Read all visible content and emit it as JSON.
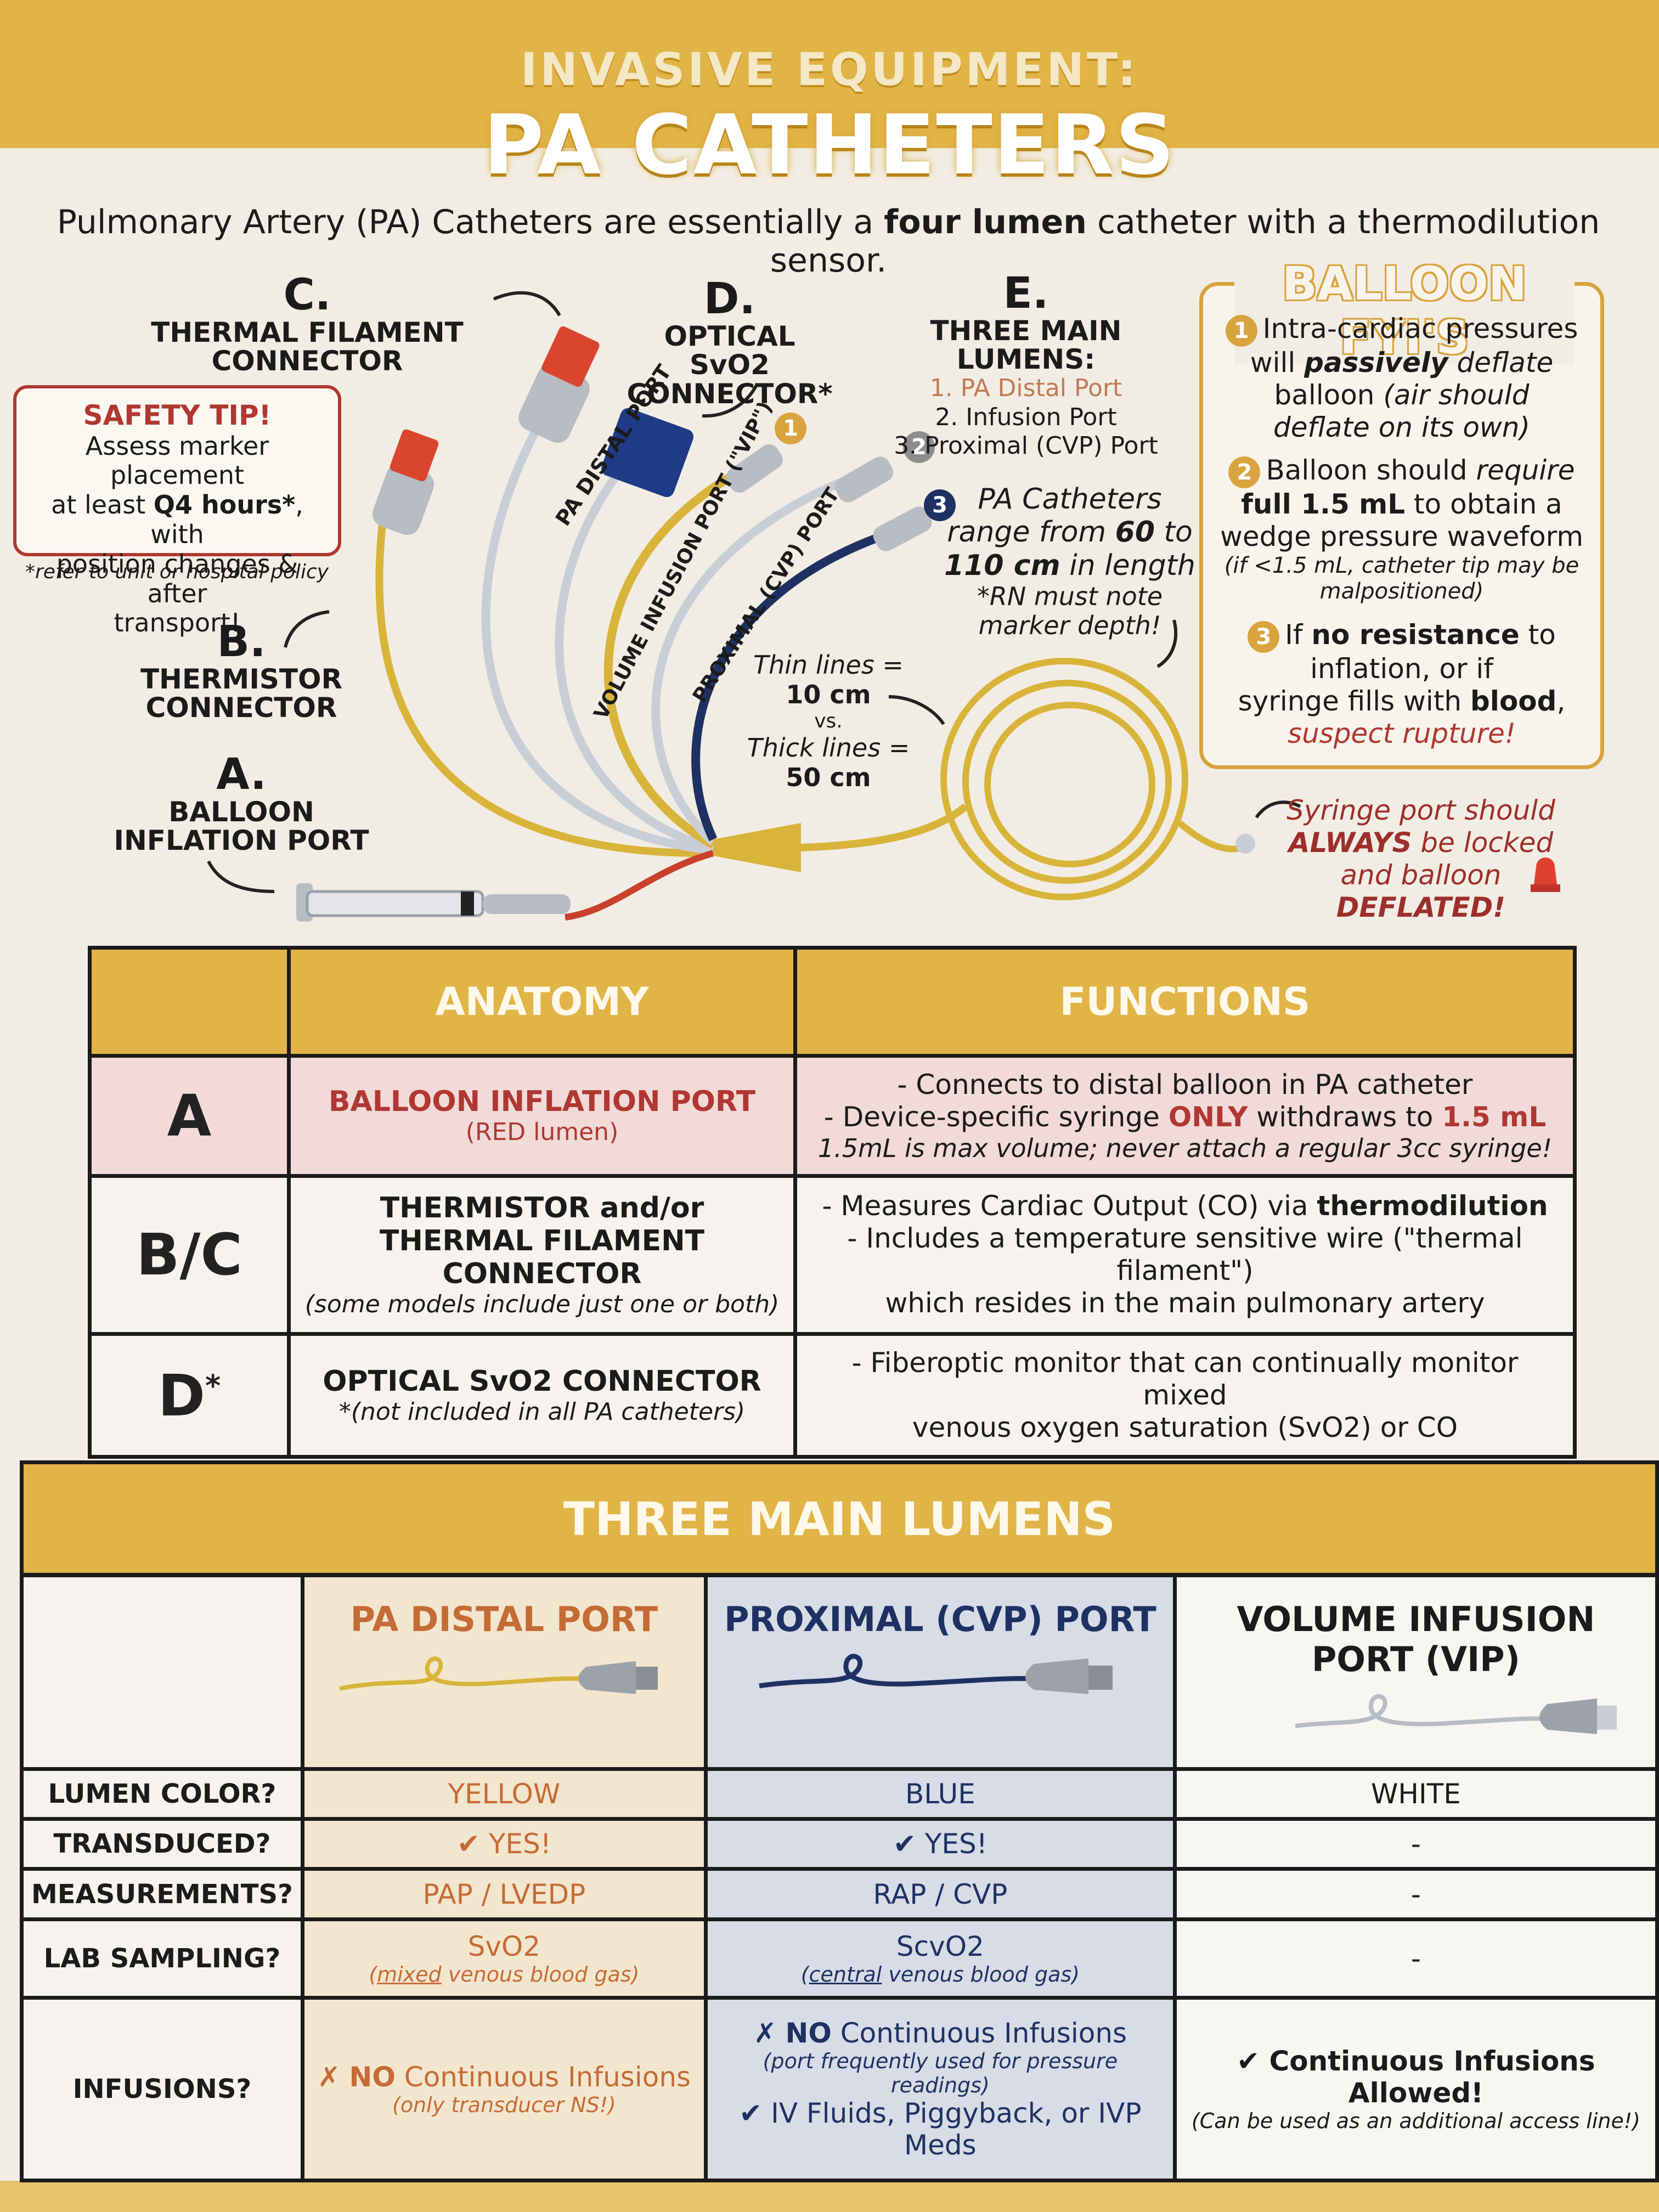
{
  "header": {
    "kicker": "INVASIVE EQUIPMENT:",
    "title": "PA CATHETERS",
    "intro_prefix": "Pulmonary Artery (PA) Catheters are essentially a ",
    "intro_bold": "four lumen",
    "intro_suffix": " catheter with a thermodilution sensor."
  },
  "diagram": {
    "c_letter": "C.",
    "c_label": "THERMAL FILAMENT CONNECTOR",
    "d_letter": "D.",
    "d_label1": "OPTICAL SvO2",
    "d_label2": "CONNECTOR*",
    "e_letter": "E.",
    "e_label": "THREE MAIN LUMENS:",
    "e_item1": "1. PA Distal Port",
    "e_item2": "2. Infusion Port",
    "e_item3": "3. Proximal (CVP) Port",
    "b_letter": "B.",
    "b_label1": "THERMISTOR",
    "b_label2": "CONNECTOR",
    "a_letter": "A.",
    "a_label1": "BALLOON",
    "a_label2": "INFLATION PORT",
    "pa_distal_port": "PA DISTAL PORT",
    "vip_port": "VOLUME INFUSION PORT (\"VIP\")",
    "cvp_port": "PROXIMAL (CVP) PORT",
    "n1": "1",
    "n2": "2",
    "n3": "3",
    "length_a": "PA Catheters",
    "length_b": "range from ",
    "length_60": "60",
    "length_to": " to",
    "length_110": "110 cm",
    "length_c": " in length",
    "length_d": "*RN must note",
    "length_e": "marker depth!",
    "thin_a": "Thin lines =",
    "thin_b": "10 cm",
    "vs": "vs.",
    "thick_a": "Thick lines =",
    "thick_b": "50 cm",
    "syringe_a": "Syringe port should",
    "syringe_always": "ALWAYS",
    "syringe_b": " be locked",
    "syringe_c": "and balloon",
    "syringe_deflated": "DEFLATED!"
  },
  "safety": {
    "title": "SAFETY TIP!",
    "line1": "Assess marker placement",
    "line2a": "at least ",
    "line2b": "Q4 hours*",
    "line2c": ", with",
    "line3": "position changes & after",
    "line4": "transport!",
    "note": "*refer to unit or hospital policy"
  },
  "fyi": {
    "title": "BALLOON FYI'S",
    "n1": "1",
    "n2": "2",
    "n3": "3",
    "i1a": "Intra-cardiac pressures",
    "i1b": "will ",
    "i1c": "passively",
    "i1d": " deflate",
    "i1e": "balloon ",
    "i1f": "(air should",
    "i1g": "deflate on its own)",
    "i2a": "Balloon should ",
    "i2b": "require",
    "i2c": "full 1.5 mL",
    "i2d": " to obtain a",
    "i2e": "wedge pressure waveform",
    "i2f": "(if <1.5 mL, catheter tip may be",
    "i2g": "malpositioned)",
    "i3a": "If ",
    "i3b": "no resistance",
    "i3c": " to",
    "i3d": "inflation, or if",
    "i3e": "syringe fills with ",
    "i3f": "blood",
    "i3g": ",",
    "i3h": "suspect rupture!"
  },
  "anatomy": {
    "h_anatomy": "ANATOMY",
    "h_functions": "FUNCTIONS",
    "rows": [
      {
        "key": "A",
        "name": "BALLOON INFLATION PORT",
        "sub": "(RED lumen)",
        "f1": "- Connects to distal balloon in PA catheter",
        "f2a": "-  Device-specific syringe ",
        "f2b": "ONLY",
        "f2c": " withdraws to ",
        "f2d": "1.5 mL",
        "f3": "1.5mL is max volume; never attach a regular 3cc syringe!"
      },
      {
        "key": "B/C",
        "name": "THERMISTOR and/or THERMAL FILAMENT CONNECTOR",
        "sub": "(some models include just one or both)",
        "f1a": "- Measures Cardiac Output (CO) via ",
        "f1b": "thermodilution",
        "f2": "- Includes a temperature sensitive wire (\"thermal filament\")",
        "f3": "which resides in the main pulmonary artery"
      },
      {
        "key": "D",
        "key_sup": "*",
        "name": "OPTICAL SvO2 CONNECTOR",
        "sub": "*(not included in all PA catheters)",
        "f1": "- Fiberoptic monitor that can continually monitor mixed",
        "f2": "venous oxygen saturation (SvO2) or CO"
      }
    ]
  },
  "lumens": {
    "title": "THREE MAIN LUMENS",
    "cols": [
      "PA DISTAL PORT",
      "PROXIMAL (CVP) PORT",
      "VOLUME INFUSION PORT (VIP)"
    ],
    "row_labels": [
      "LUMEN COLOR?",
      "TRANSDUCED?",
      "MEASUREMENTS?",
      "LAB SAMPLING?",
      "INFUSIONS?"
    ],
    "color": [
      "YELLOW",
      "BLUE",
      "WHITE"
    ],
    "transduced": [
      "✔ YES!",
      "✔ YES!",
      "-"
    ],
    "measurements": [
      "PAP / LVEDP",
      "RAP / CVP",
      "-"
    ],
    "lab_pa": "SvO2",
    "lab_pa_sub_u": "mixed",
    "lab_pa_sub": " venous blood gas)",
    "lab_cvp": "ScvO2",
    "lab_cvp_sub_u": "central",
    "lab_cvp_sub": " venous blood gas)",
    "lab_vip": "-",
    "inf_pa_x": "✗ ",
    "inf_pa_no": "NO",
    "inf_pa": " Continuous Infusions",
    "inf_pa_sub": "(only transducer NS!)",
    "inf_cvp_x": "✗ ",
    "inf_cvp_no": "NO",
    "inf_cvp": " Continuous Infusions",
    "inf_cvp_sub": "(port frequently used for pressure readings)",
    "inf_cvp_ok": "✔ IV Fluids, Piggyback, or IVP Meds",
    "inf_vip": "✔ Continuous Infusions Allowed!",
    "inf_vip_sub": "(Can be used as an additional access line!)"
  },
  "colors": {
    "gold": "#e1b447",
    "red": "#b03733",
    "navy": "#1f3163",
    "yellow_lumen": "#d9b43a"
  }
}
